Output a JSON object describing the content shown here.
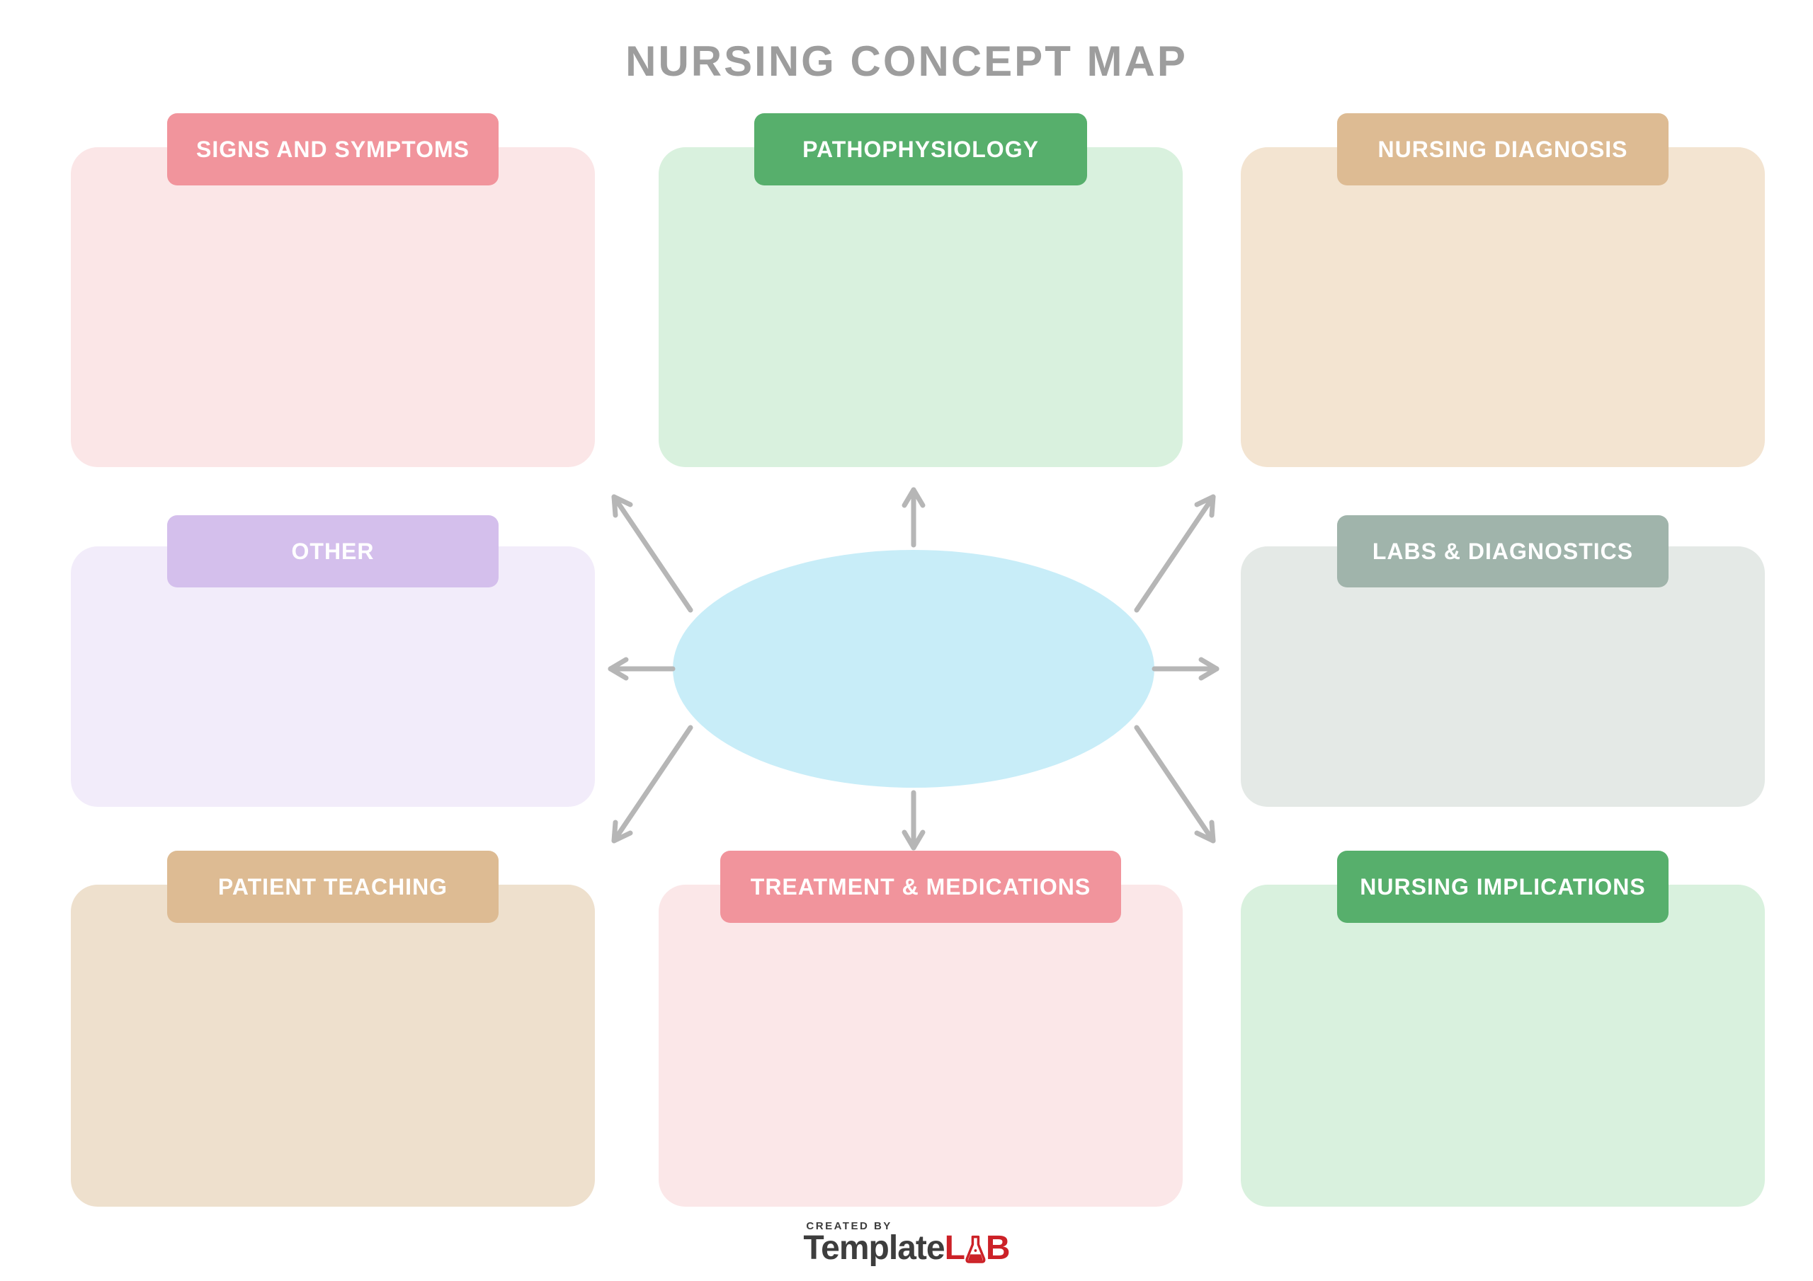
{
  "page": {
    "title": "NURSING CONCEPT MAP"
  },
  "colors": {
    "background": "#ffffff",
    "title_text": "#9d9d9d",
    "header_text": "#ffffff",
    "arrow": "#b6b6b6",
    "center_ellipse": "#c8edf8"
  },
  "boxes": [
    {
      "id": "signs-and-symptoms",
      "label": "SIGNS AND SYMPTOMS",
      "header_color": "#f1949c",
      "body_color": "#fbe6e7"
    },
    {
      "id": "pathophysiology",
      "label": "PATHOPHYSIOLOGY",
      "header_color": "#57af6c",
      "body_color": "#d9f1de"
    },
    {
      "id": "nursing-diagnosis",
      "label": "NURSING DIAGNOSIS",
      "header_color": "#ddbb93",
      "body_color": "#f3e4d1"
    },
    {
      "id": "other",
      "label": "OTHER",
      "header_color": "#d4bfec",
      "body_color": "#f2ecfa"
    },
    {
      "id": "labs-diagnostics",
      "label": "LABS & DIAGNOSTICS",
      "header_color": "#a0b4ab",
      "body_color": "#e4e9e6"
    },
    {
      "id": "patient-teaching",
      "label": "PATIENT TEACHING",
      "header_color": "#ddbb93",
      "body_color": "#eee0cd"
    },
    {
      "id": "treatment-medications",
      "label": "TREATMENT & MEDICATIONS",
      "header_color": "#f1949c",
      "body_color": "#fbe7e8"
    },
    {
      "id": "nursing-implications",
      "label": "NURSING IMPLICATIONS",
      "header_color": "#57af6c",
      "body_color": "#d9f1de"
    }
  ],
  "footer": {
    "created_by": "CREATED BY",
    "brand_template": "Template",
    "brand_lab_l": "L",
    "brand_lab_b": "B",
    "brand_dark_color": "#3d3d3d",
    "brand_red_color": "#cc2127"
  }
}
